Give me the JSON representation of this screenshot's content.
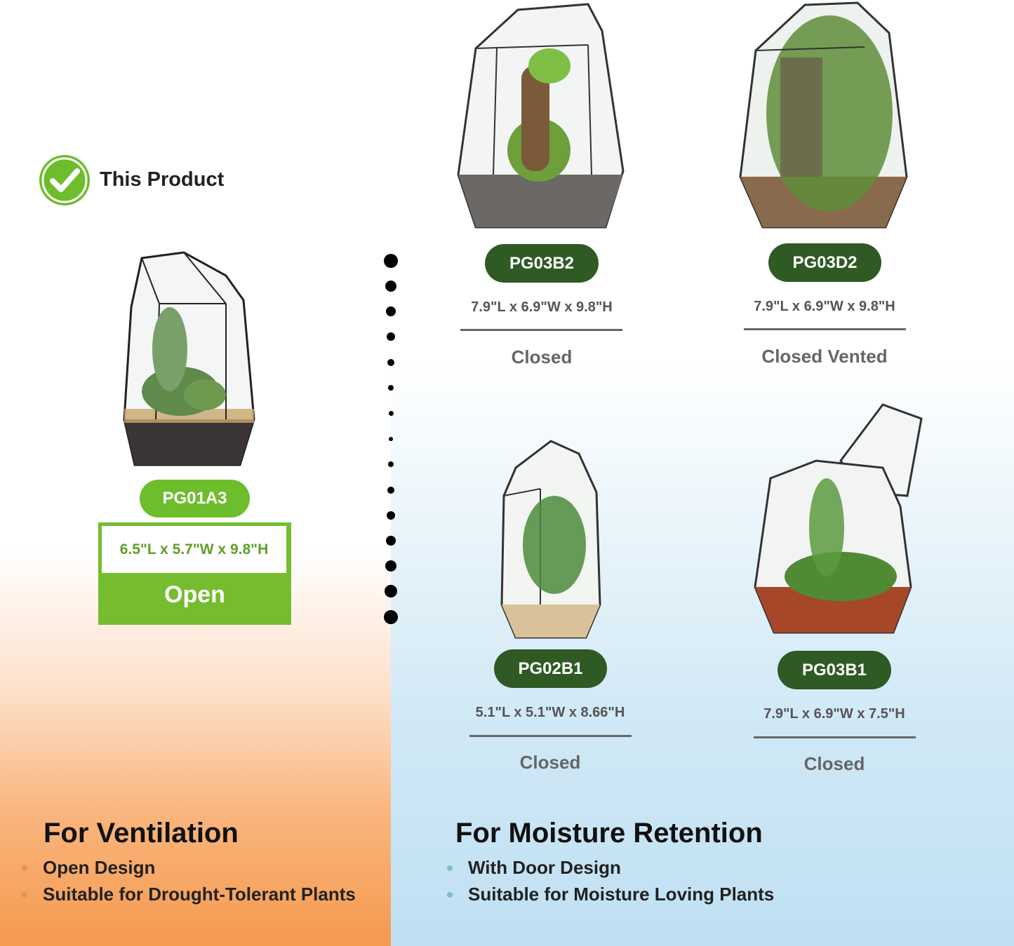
{
  "this_product": {
    "label": "This Product",
    "model": "PG01A3",
    "dimensions": "6.5\"L x 5.7\"W x 9.8\"H",
    "type": "Open",
    "accent": "#75bd2f"
  },
  "products": [
    {
      "model": "PG03B2",
      "dimensions": "7.9\"L x 6.9\"W x 9.8\"H",
      "type": "Closed"
    },
    {
      "model": "PG03D2",
      "dimensions": "7.9\"L x 6.9\"W x 9.8\"H",
      "type": "Closed Vented"
    },
    {
      "model": "PG02B1",
      "dimensions": "5.1\"L x 5.1\"W x 8.66\"H",
      "type": "Closed"
    },
    {
      "model": "PG03B1",
      "dimensions": "7.9\"L x 6.9\"W x 7.5\"H",
      "type": "Closed"
    }
  ],
  "ventilation": {
    "title": "For Ventilation",
    "bullets": [
      "Open Design",
      "Suitable for Drought-Tolerant Plants"
    ],
    "bullet_color": "#e0955a"
  },
  "moisture": {
    "title": "For Moisture Retention",
    "bullets": [
      "With Door Design",
      "Suitable for Moisture Loving Plants"
    ],
    "bullet_color": "#7fbcc4"
  },
  "colors": {
    "dark_pill": "#2f5a24",
    "green_pill": "#6ebd2d"
  }
}
